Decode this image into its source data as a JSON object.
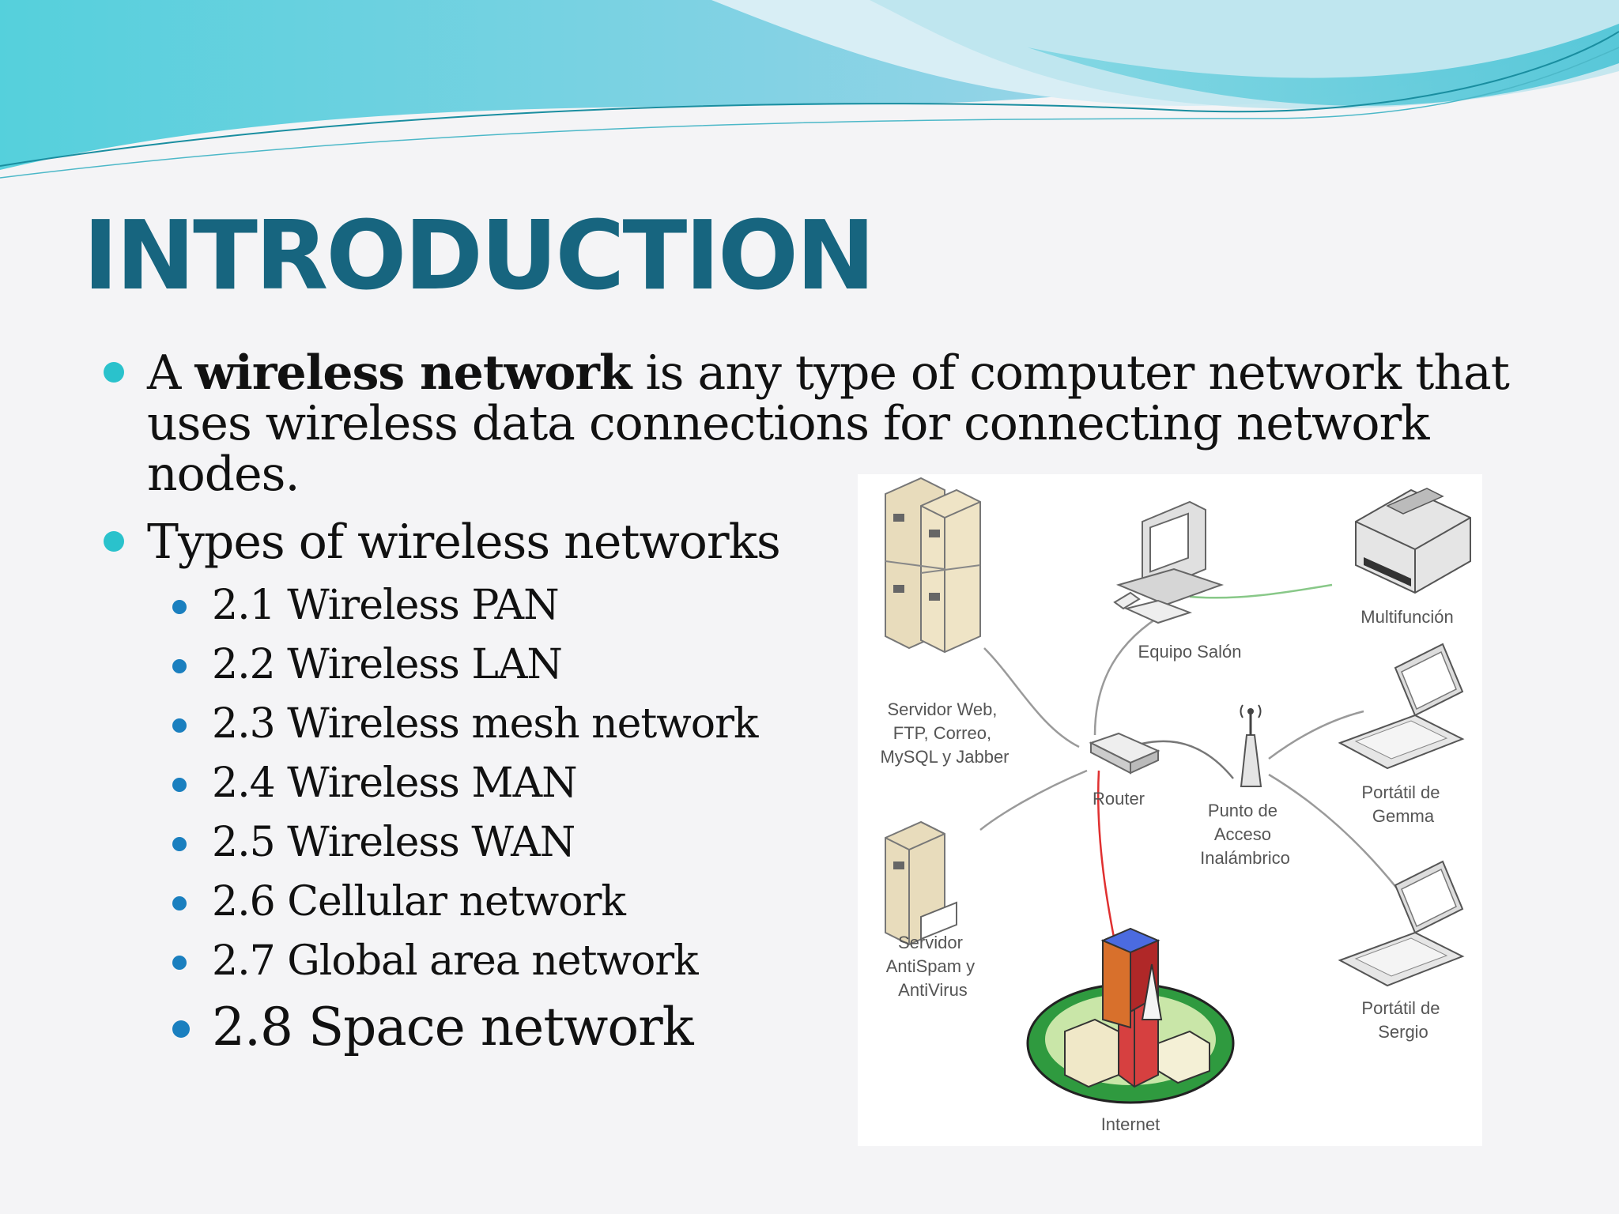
{
  "slide": {
    "title": "INTRODUCTION",
    "bullet1": {
      "lead": "A ",
      "term": "wireless network",
      "rest": " is any type of computer network that uses wireless data connections for connecting network nodes."
    },
    "bullet2": "Types of wireless networks",
    "subitems": [
      "2.1 Wireless PAN",
      "2.2 Wireless LAN",
      "2.3 Wireless mesh network",
      "2.4 Wireless MAN",
      "2.5 Wireless WAN",
      "2.6 Cellular network",
      "2.7 Global area network",
      "2.8 Space network"
    ]
  },
  "diagram": {
    "server_web": [
      "Servidor Web,",
      "FTP, Correo,",
      "MySQL y Jabber"
    ],
    "equipo": "Equipo Salón",
    "multifuncion": "Multifunción",
    "router": "Router",
    "access_point": [
      "Punto de",
      "Acceso",
      "Inalámbrico"
    ],
    "laptop1": [
      "Portátil de",
      "Gemma"
    ],
    "laptop2": [
      "Portátil de",
      "Sergio"
    ],
    "server_antispam": [
      "Servidor",
      "AntiSpam y",
      "AntiVirus"
    ],
    "internet": "Internet"
  },
  "colors": {
    "title": "#17657f",
    "bullet": "#2ac2cc",
    "sub_bullet": "#1a7fbf",
    "internet_link": "#e03030",
    "wifi_link": "#88c888"
  }
}
